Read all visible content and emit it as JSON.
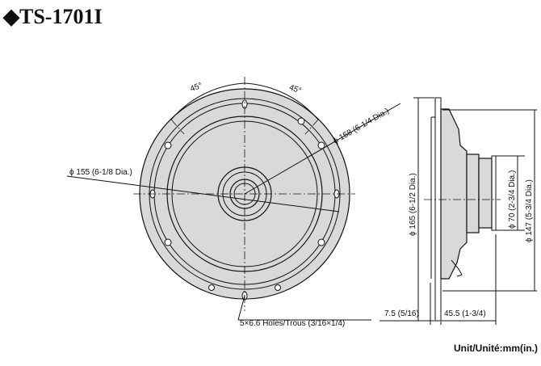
{
  "title": "◆TS-1701I",
  "unit_label": "Unit/Unité:mm(in.)",
  "front_view": {
    "angle_left": "45°",
    "angle_right": "45°",
    "dia_158": "ϕ 158 (6-1/4 Dia.)",
    "dia_155": "ϕ 155 (6-1/8 Dia.)",
    "holes": "5×6.6 Holes/Trous (3/16×1/4)"
  },
  "side_view": {
    "dia_165": "ϕ 165 (6-1/2 Dia.)",
    "dia_70": "ϕ 70 (2-3/4 Dia.)",
    "dia_147": "ϕ 147 (5-3/4 Dia.)",
    "depth_front": "7.5 (5/16)",
    "depth_rear": "45.5 (1-3/4)"
  }
}
